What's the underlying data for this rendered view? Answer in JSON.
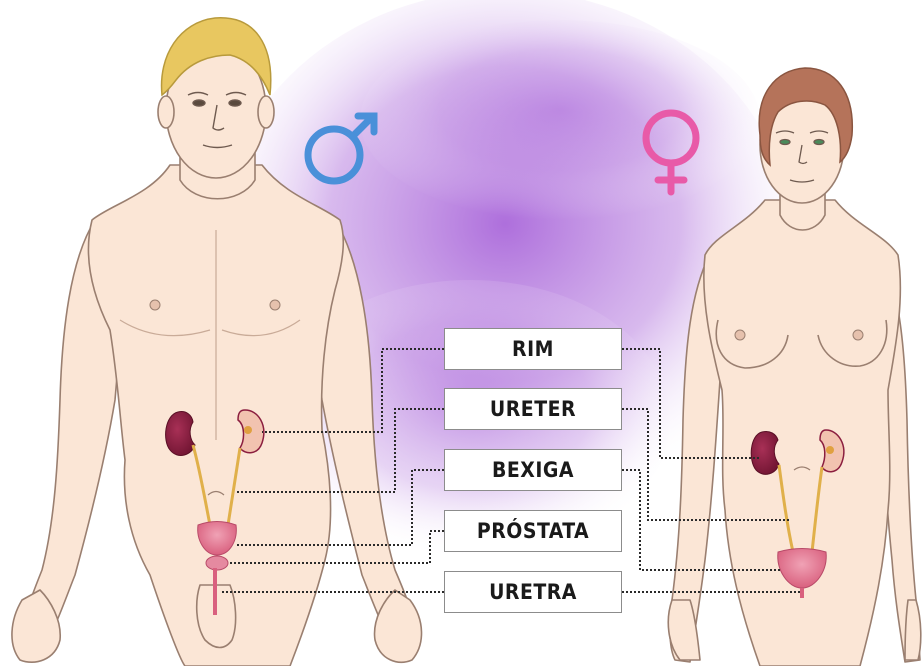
{
  "labels": {
    "rim": "RIM",
    "ureter": "URETER",
    "bexiga": "BEXIGA",
    "prostata": "PRÓSTATA",
    "uretra": "URETRA"
  },
  "symbols": {
    "male": {
      "icon": "male-symbol-icon",
      "color": "#4a90d9"
    },
    "female": {
      "icon": "female-symbol-icon",
      "color": "#e85aa8"
    }
  },
  "colors": {
    "skin": "#fbe6d6",
    "skin_outline": "#9a7f70",
    "background_blob": "#b07ad8",
    "kidney": "#8b1e3f",
    "bladder": "#e0708e",
    "ureter": "#e0b04a",
    "male_hair": "#e8c760",
    "female_hair": "#b5735a"
  }
}
